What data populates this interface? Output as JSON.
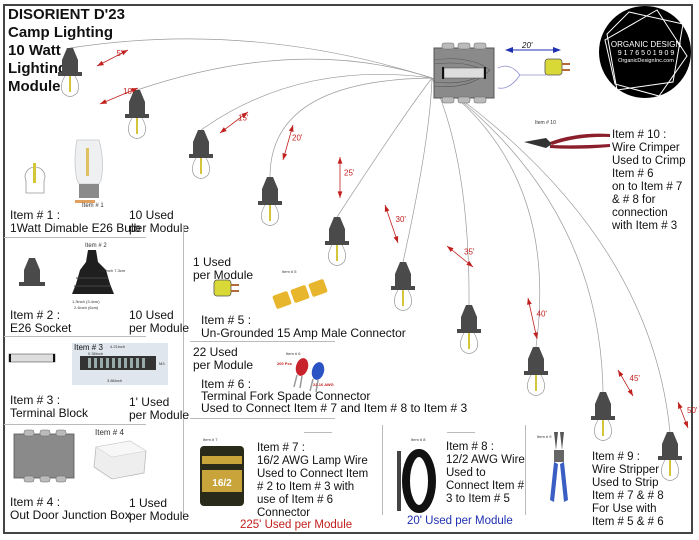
{
  "title": {
    "lines": [
      "DISORIENT D'23",
      "Camp Lighting",
      "10 Watt",
      "Lighting",
      "Module"
    ]
  },
  "logo": {
    "name": "ORGANIC DESIGN",
    "phone": "9 1 7  6 5 0  1 9 0 9",
    "website": "OrganicDesignInc.com"
  },
  "diagram": {
    "main_cable_label": "20'",
    "distance_labels": [
      "5'",
      "10'",
      "15'",
      "20'",
      "25'",
      "30'",
      "35'",
      "40'",
      "45'",
      "50'"
    ],
    "colors": {
      "distance_arrow": "#c0201e",
      "main_cable_arrow": "#1f2fb0",
      "socket": "#4a4a4a",
      "filament": "#d4c53a",
      "junction_box": "#8a8a8a",
      "connector": "#d8d836"
    }
  },
  "items": {
    "item1": {
      "photo_label": "Item # 1",
      "label": "Item # 1 :",
      "desc": "1Watt Dimable E26 Bulb",
      "qty1": "10 Used",
      "qty2": "per Module"
    },
    "item2": {
      "photo_label": "Item # 2",
      "label": "Item # 2 :",
      "desc": "E26 Socket",
      "qty1": "10 Used",
      "qty2": "per Module",
      "dim_height": "2.87inch 7.3cm",
      "dim_width1": "1.3inch (3.4cm)",
      "dim_width2": "2.4inch (6cm)"
    },
    "item3": {
      "photo_label": "Item # 3",
      "label": "Item # 3 :",
      "desc": "Terminal Block",
      "qty1": "1' Used",
      "qty2": "per Module",
      "dim_length": "4.21inch",
      "dim_pitch": "0.38inch",
      "dim_inner": "3.86inch",
      "dim_side": "0.59inch",
      "dim_screw": "M3"
    },
    "item4": {
      "photo_label": "Item # 4",
      "label": "Item # 4 :",
      "desc": "Out Door Junction Box",
      "qty1": "1 Used",
      "qty2": "per Module"
    },
    "item5": {
      "photo_label": "Item # 5",
      "label": "Item # 5 :",
      "desc": "Un-Grounded 15 Amp Male Connector",
      "qty1": "1  Used",
      "qty2": "per Module"
    },
    "item6": {
      "photo_label": "Item # 6",
      "label": "Item # 6 :",
      "desc": "Terminal Fork Spade Connector",
      "desc2": "Used to Connect Item # 7 and Item # 8 to Item # 3",
      "qty1": "22 Used",
      "qty2": "per Module",
      "tag_pcs": "200 Pcs",
      "tag_awg": "22-16 AWG"
    },
    "item7": {
      "photo_label": "Item # 7",
      "label": "Item # 7 :",
      "lines": [
        "16/2 AWG Lamp Wire",
        "Used to Connect Item",
        "# 2 to Item # 3 with",
        "use of Item # 6",
        "Connector"
      ],
      "usage": "225' Used per Module",
      "spool_text": "16/2"
    },
    "item8": {
      "photo_label": "Item # 8",
      "label": "Item # 8 :",
      "lines": [
        "12/2 AWG Wire",
        "Used to",
        "Connect Item #",
        "3 to Item # 5"
      ],
      "usage": "20' Used per Module"
    },
    "item9": {
      "photo_label": "Item # 9",
      "label": "Item # 9 :",
      "lines": [
        "Wire Stripper",
        "Used to Strip",
        "Item # 7 & # 8",
        "For Use with",
        "Item # 5 & # 6"
      ]
    },
    "item10": {
      "photo_label": "Item # 10",
      "label": "Item # 10 :",
      "lines": [
        "Wire Crimper",
        "Used to Crimp",
        "Item # 6",
        "on to Item # 7",
        "& # 8 for",
        "connection",
        "with Item # 3"
      ]
    }
  }
}
